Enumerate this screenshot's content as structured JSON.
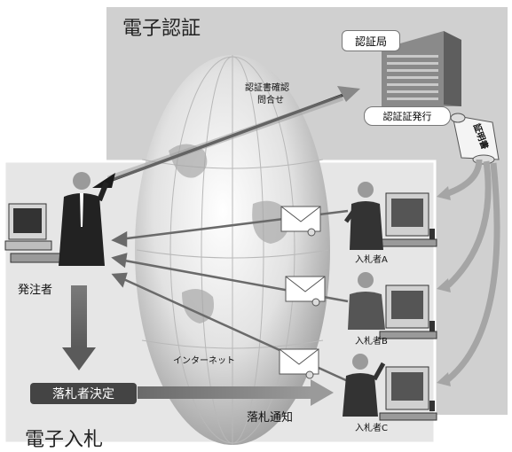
{
  "panels": {
    "auth_title": "電子認証",
    "bid_title": "電子入札"
  },
  "authority": {
    "label": "認証局",
    "issue_label": "認証証発行",
    "certificate_label": "証明書"
  },
  "arrows": {
    "verify_line1": "認証書確認",
    "verify_line2": "問合せ",
    "notify_label": "落札通知"
  },
  "orderer": {
    "label": "発注者",
    "decision_label": "落札者決定"
  },
  "internet_label": "インターネット",
  "bidders": [
    "入札者A",
    "入札者B",
    "入札者C"
  ],
  "icons": {
    "envelope": "envelope-icon",
    "building": "building-icon",
    "person": "person-icon",
    "computer": "computer-icon",
    "globe": "globe-icon",
    "scroll": "scroll-icon"
  }
}
